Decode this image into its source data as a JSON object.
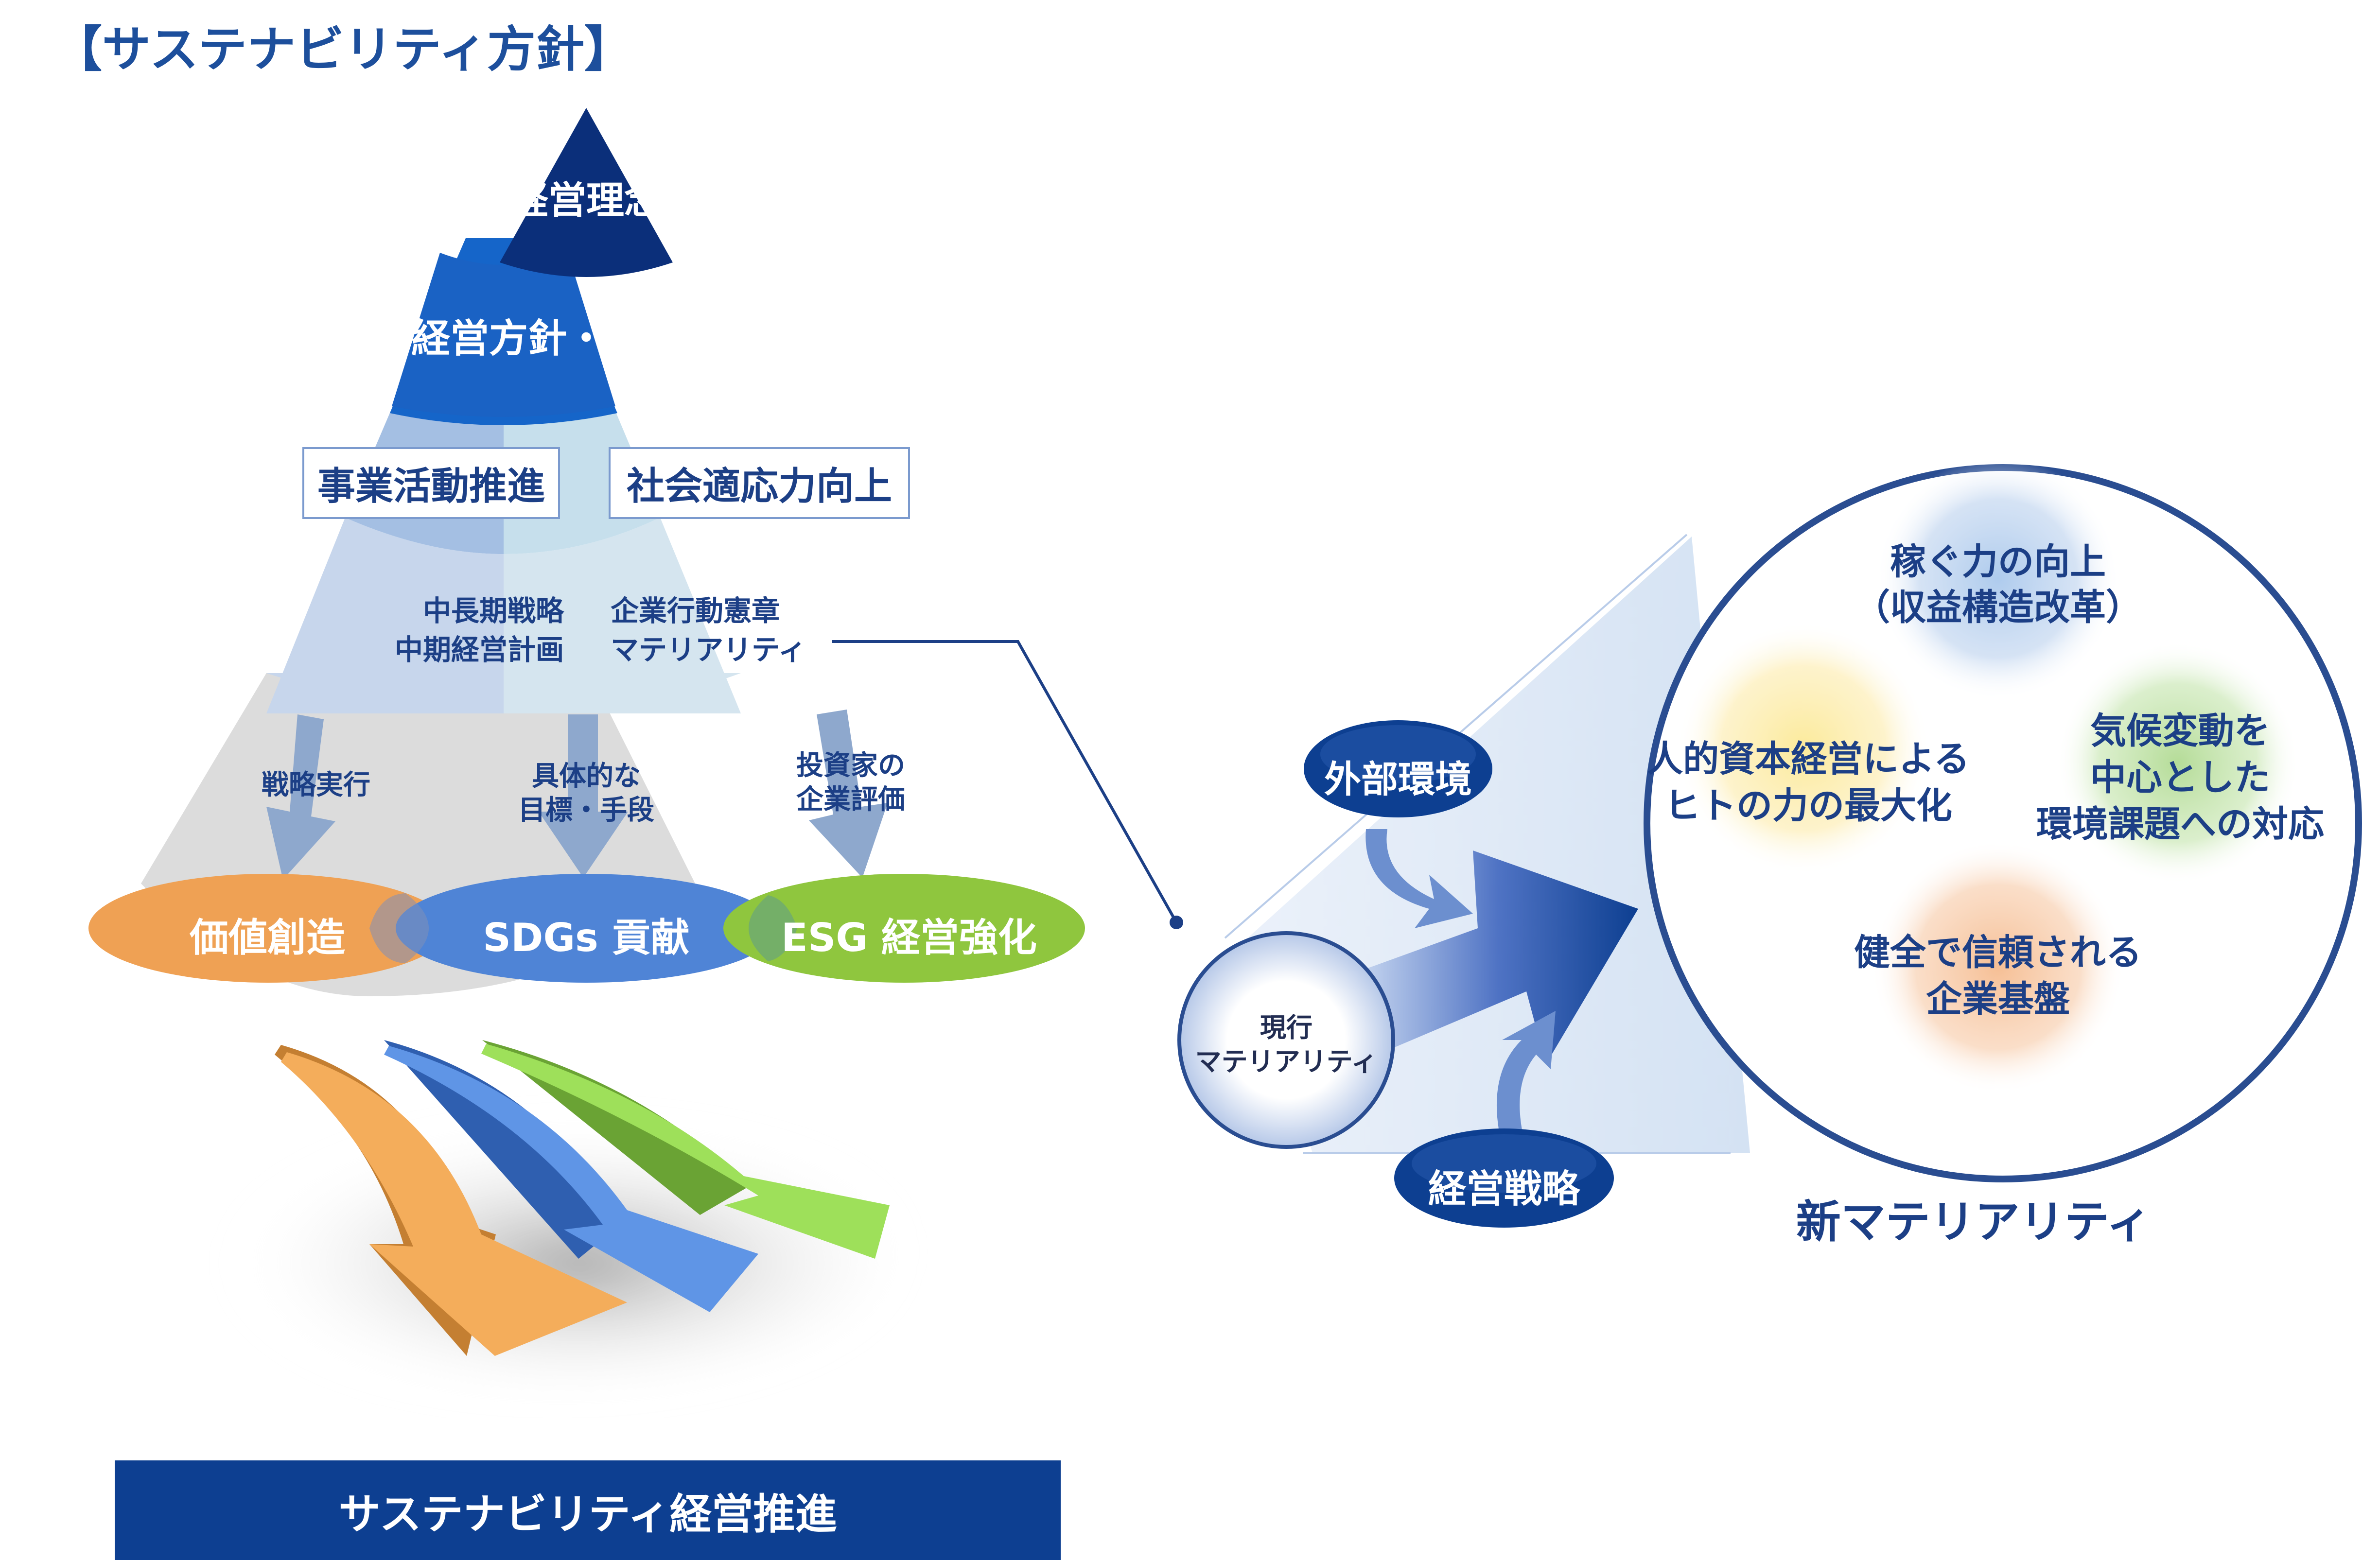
{
  "title": "【サステナビリティ方針】",
  "pyramid": {
    "top": "経営理念",
    "second": "経営方針・ビジョン",
    "boxes": [
      "事業活動推進",
      "社会適応力向上"
    ],
    "mid_left": [
      "中長期戦略",
      "中期経営計画"
    ],
    "mid_right": [
      "企業行動憲章",
      "マテリアリティ"
    ],
    "arrows": [
      {
        "label": [
          "戦略実行"
        ]
      },
      {
        "label": [
          "具体的な",
          "目標・手段"
        ]
      },
      {
        "label": [
          "投資家の",
          "企業評価"
        ]
      }
    ],
    "ellipses": [
      "価値創造",
      "SDGs 貢献",
      "ESG 経営強化"
    ]
  },
  "banner": "サステナビリティ経営推進",
  "materiality": {
    "current": [
      "現行",
      "マテリアリティ"
    ],
    "external": "外部環境",
    "strategy": "経営戦略",
    "new_title": "新マテリアリティ",
    "items": [
      {
        "lines": [
          "稼ぐ力の向上",
          "（収益構造改革）"
        ],
        "color": "#b8d3f0"
      },
      {
        "lines": [
          "人的資本経営による",
          "ヒトの力の最大化"
        ],
        "color": "#fbe79a"
      },
      {
        "lines": [
          "気候変動を",
          "中心とした",
          "環境課題への対応"
        ],
        "color": "#bfe0a4"
      },
      {
        "lines": [
          "健全で信頼される",
          "企業基盤"
        ],
        "color": "#f7c6a2"
      }
    ]
  },
  "colors": {
    "navy": "#0d3f91",
    "orange": "#f0a24a",
    "blue": "#4f85d8",
    "green": "#93c93f"
  }
}
